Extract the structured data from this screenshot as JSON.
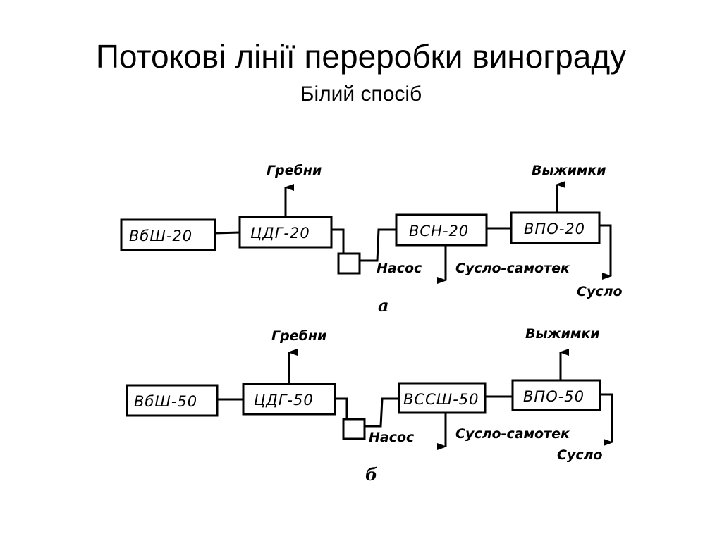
{
  "header": {
    "title": "Потокові лінії переробки винограду",
    "subtitle": "Білий спосіб"
  },
  "diagram_a": {
    "boxes": [
      "ВбШ-20",
      "ЦДГ-20",
      "ВСН-20",
      "ВПО-20"
    ],
    "labels": {
      "stems": "Гребни",
      "pomace": "Выжимки",
      "pump": "Насос",
      "free_run": "Сусло-самотек",
      "must": "Сусло"
    },
    "caption": "а"
  },
  "diagram_b": {
    "boxes": [
      "ВбШ-50",
      "ЦДГ-50",
      "ВССШ-50",
      "ВПО-50"
    ],
    "labels": {
      "stems": "Гребни",
      "pomace": "Выжимки",
      "pump": "Насос",
      "free_run": "Сусло-самотек",
      "must": "Сусло"
    },
    "caption": "б"
  }
}
